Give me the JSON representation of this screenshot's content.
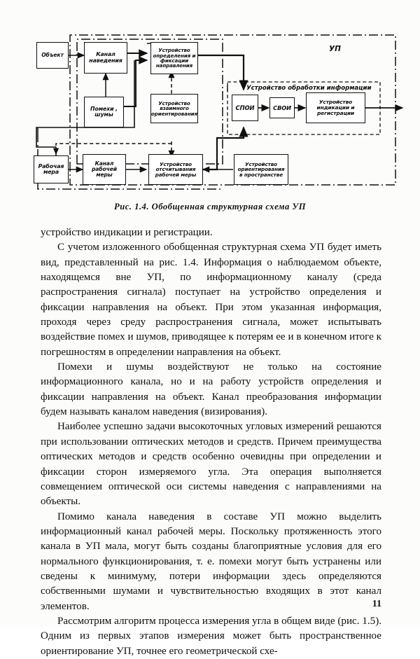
{
  "page": {
    "folio": "11",
    "language": "ru"
  },
  "figure": {
    "caption": "Рис. 1.4. Обобщенная структурная схема УП",
    "frame_labels": [
      {
        "id": "up",
        "text": "УП"
      },
      {
        "id": "processing-unit",
        "text": "Устройство  обработки  информации"
      }
    ],
    "boxes": [
      {
        "id": "object",
        "lines": [
          "Объект"
        ]
      },
      {
        "id": "guidance-channel",
        "lines": [
          "Канал",
          "наведения"
        ]
      },
      {
        "id": "interference-noise",
        "lines": [
          "Помехи ,",
          "шумы"
        ]
      },
      {
        "id": "direction-fix-device",
        "lines": [
          "Устройство",
          "определения и",
          "фиксации",
          "направления"
        ]
      },
      {
        "id": "mutual-orientation",
        "lines": [
          "Устройство",
          "взаимного",
          "ориентирования"
        ]
      },
      {
        "id": "spoi",
        "lines": [
          "СПОИ"
        ]
      },
      {
        "id": "svoi",
        "lines": [
          "СВОИ"
        ]
      },
      {
        "id": "indication-registration",
        "lines": [
          "Устройство",
          "индикации и",
          "регистрации"
        ]
      },
      {
        "id": "working-measure",
        "lines": [
          "Рабочая",
          "мера"
        ]
      },
      {
        "id": "working-measure-channel",
        "lines": [
          "Канал",
          "рабочей",
          "меры"
        ]
      },
      {
        "id": "measure-readout-device",
        "lines": [
          "Устройство",
          "отсчитывания",
          "рабочей  меры"
        ]
      },
      {
        "id": "space-orientation",
        "lines": [
          "Устройство",
          "ориентирования",
          "в пространстве"
        ]
      }
    ]
  },
  "text": {
    "paragraphs": [
      {
        "id": "p-continued",
        "indent": false,
        "content": "устройство индикации и регистрации."
      },
      {
        "id": "p-generalized-scheme",
        "indent": true,
        "content": "С учетом изложенного обобщенная структурная схема УП будет иметь вид, представленный на рис. 1.4. Информация о наблюдаемом объекте, находящемся вне УП, по информационному каналу (среда распространения сигнала) поступает на устройство определения и фиксации направления на объект. При этом указанная информация, проходя через среду распространения сигнала, может испытывать воздействие помех и шумов, приводящее к потерям ее и в конечном итоге к погрешностям в определении направления на объект."
      },
      {
        "id": "p-noise",
        "indent": true,
        "content": "Помехи и шумы воздействуют не только на состояние информационного канала, но и на работу устройств определения и фиксации направления на объект. Канал преобразования информации будем называть каналом наведения (визирования)."
      },
      {
        "id": "p-optical-methods",
        "indent": true,
        "content": "Наиболее успешно задачи высокоточных угловых измерений решаются при использовании оптических методов и средств. Причем преимущества оптических методов и средств особенно очевидны при определении и фиксации сторон измеряемого угла. Эта операция выполняется совмещением оптической оси системы наведения с направлениями на объекты."
      },
      {
        "id": "p-measure-channel",
        "indent": true,
        "content": "Помимо канала наведения в составе УП можно выделить информационный канал рабочей меры. Поскольку протяженность этого канала в УП мала, могут быть созданы благоприятные условия для его нормального функционирования, т. е. помехи могут быть устранены или сведены к минимуму, потери информации здесь определяются собственными шумами и чувствительностью входящих в этот канал элементов."
      },
      {
        "id": "p-algorithm",
        "indent": true,
        "content": "Рассмотрим алгоритм процесса измерения угла в общем виде (рис. 1.5). Одним из первых этапов измерения может быть пространственное ориентирование УП, точнее его геометрической схе-"
      }
    ]
  },
  "colors": {
    "ink": "#101010",
    "paper": "#fcfcfa"
  }
}
